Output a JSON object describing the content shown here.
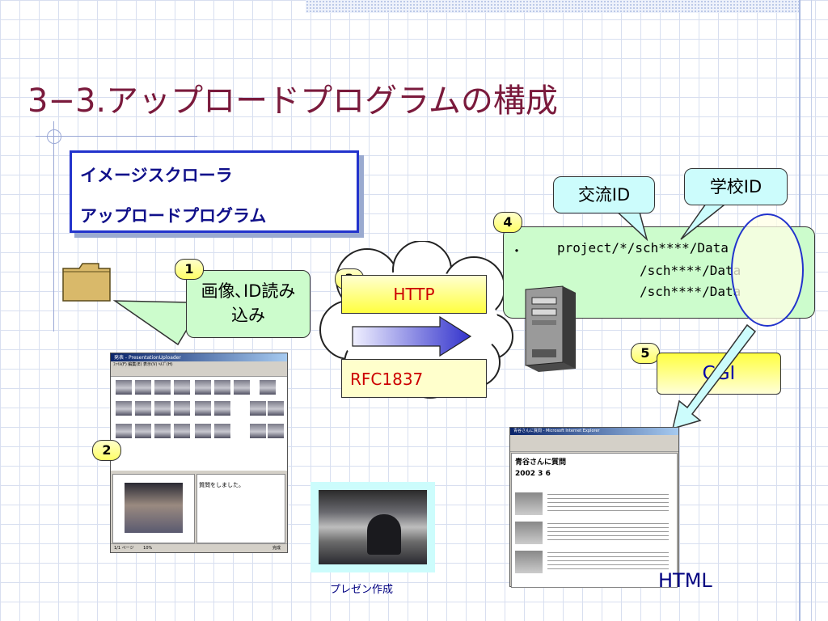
{
  "slide": {
    "title": "3−3.アップロードプログラムの構成",
    "title_color": "#7a1a3c"
  },
  "program_box": {
    "line1": "イメージスクローラ",
    "line2": "アップロードプログラム"
  },
  "steps": {
    "step1": "1",
    "step2": "2",
    "step3": "3",
    "step4": "4",
    "step5": "5"
  },
  "callouts": {
    "read_image_id": "画像､ID読み込み",
    "exchange_id": "交流ID",
    "school_id": "学校ID"
  },
  "protocols": {
    "http": "HTTP",
    "rfc": "RFC1837",
    "cgi": "CGI"
  },
  "server_paths": {
    "bullet": "・",
    "line1": "project/*/sch****/Data",
    "line2": "/sch****/Data",
    "line3": "/sch****/Data"
  },
  "uploader_window": {
    "title": "発表 - PresentationUploader",
    "menu": "ﾌｧｲﾙ(F)  編集(E)  表示(V)  ﾍﾙﾌﾟ(H)",
    "message": "質問をしました。",
    "status_left": "1/1 ページ",
    "status_mid": "10%",
    "status_right": "完成"
  },
  "browser_window": {
    "title": "青谷さんに質問 - Microsoft Internet Explorer",
    "heading": "青谷さんに質問",
    "date": "2002 3 6"
  },
  "labels": {
    "presentation": "プレゼン作成",
    "html": "HTML"
  },
  "colors": {
    "program_box_border": "#2233cc",
    "program_box_text": "#10108a",
    "callout_green": "#ccfccc",
    "callout_cyan": "#ccfcfc",
    "protocol_text": "#cc0000"
  }
}
